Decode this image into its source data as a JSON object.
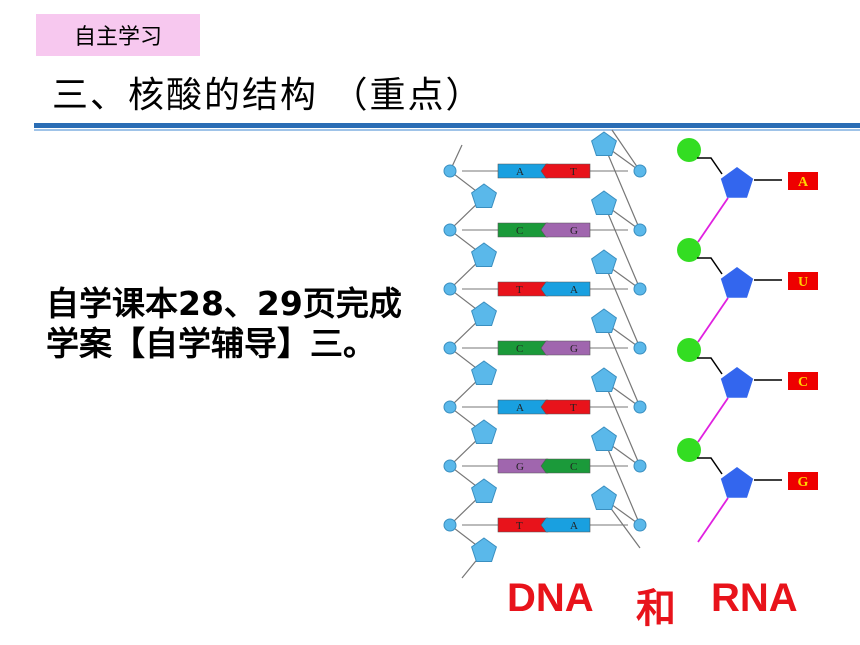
{
  "header": {
    "badge": "自主学习",
    "title": "三、核酸的结构 （重点）"
  },
  "body_lines": [
    "自学课本28、29页完成",
    "学案【自学辅导】三。"
  ],
  "dna_pairs": [
    {
      "left": "A",
      "right": "T"
    },
    {
      "left": "C",
      "right": "G"
    },
    {
      "left": "T",
      "right": "A"
    },
    {
      "left": "C",
      "right": "G"
    },
    {
      "left": "A",
      "right": "T"
    },
    {
      "left": "G",
      "right": "C"
    },
    {
      "left": "T",
      "right": "A"
    }
  ],
  "rna_bases": [
    "A",
    "U",
    "C",
    "G"
  ],
  "caption": {
    "dna": "DNA",
    "and": "和",
    "rna": "RNA"
  },
  "colors": {
    "A": "#19a0e0",
    "T": "#e8131b",
    "C": "#1b9a3a",
    "G": "#a066ae",
    "sugar": "#5ab8ea",
    "phosphate": "#5ab8ea",
    "rna_sugar": "#3366ee",
    "rna_phosphate": "#33dd22",
    "rna_backbone": "#e020e0",
    "rna_label_bg": "#ee0000",
    "caption": "#e8131b",
    "rule": "#2a6db5"
  }
}
